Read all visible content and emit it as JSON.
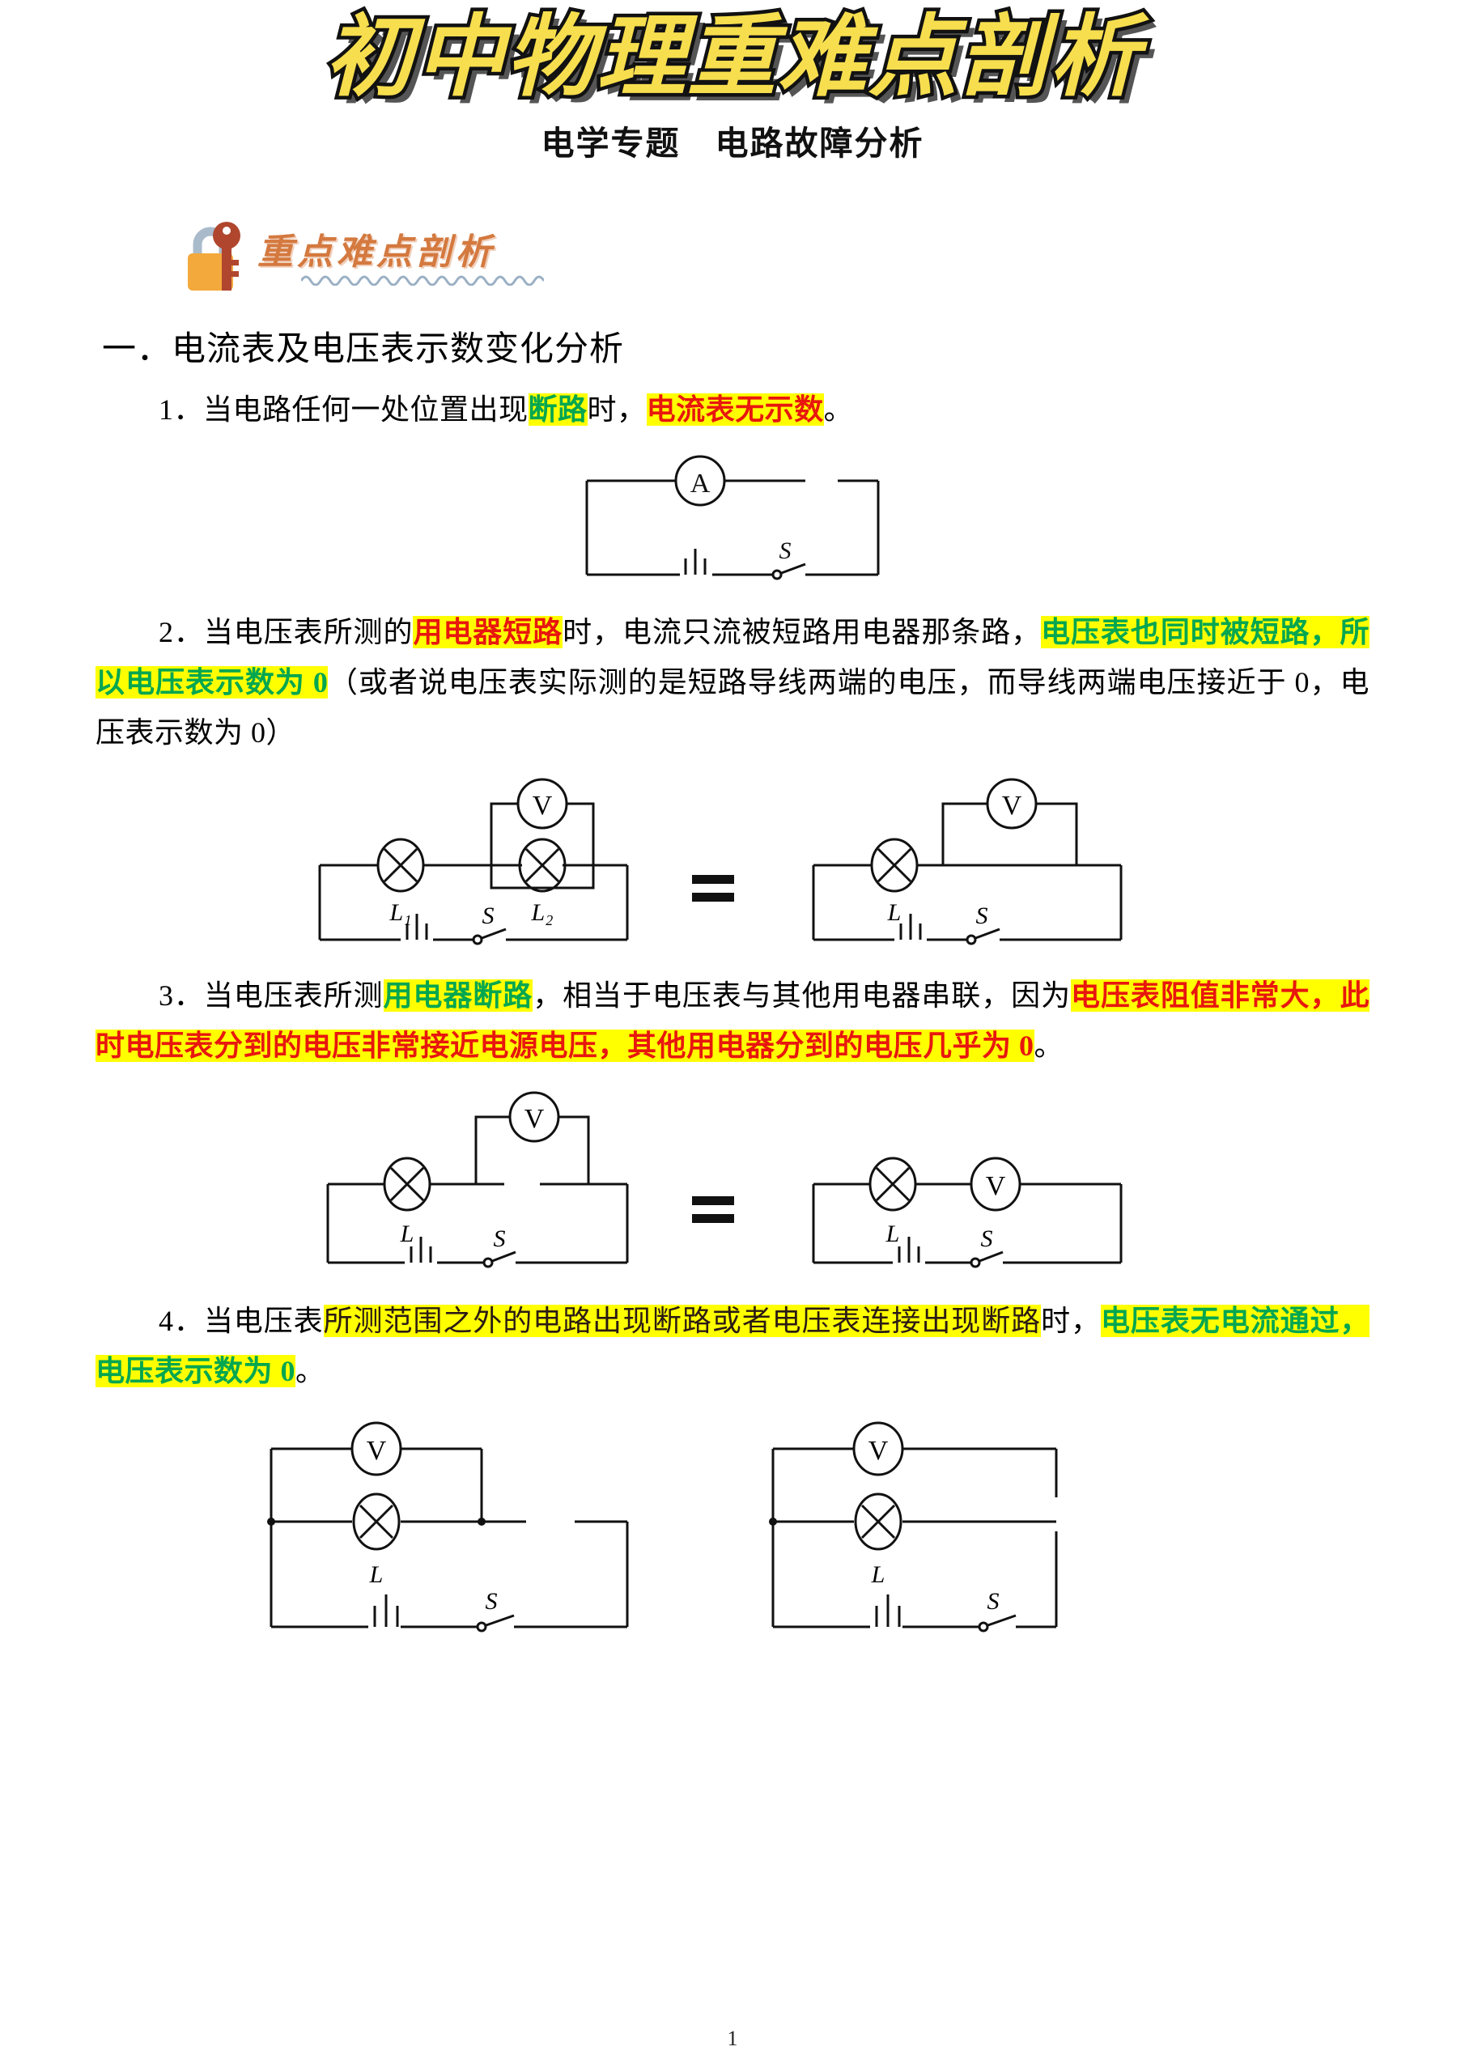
{
  "header": {
    "title": "初中物理重难点剖析",
    "subtitle": "电学专题　电路故障分析",
    "title_color": "#F7DE4E",
    "title_outline_color": "#111111"
  },
  "banner": {
    "label": "重点难点剖析",
    "icon": "padlock-key-icon",
    "color": "#D4793F",
    "lock_body_color": "#F3A93B",
    "lock_shackle_color": "#A9BBCB",
    "key_color": "#B0462E"
  },
  "section": {
    "heading": "一．电流表及电压表示数变化分析"
  },
  "items": [
    {
      "number": "1．",
      "runs": [
        {
          "text": "当电路任何一处位置出现",
          "style": "plain"
        },
        {
          "text": "断路",
          "style": "hl-green"
        },
        {
          "text": "时，",
          "style": "plain"
        },
        {
          "text": "电流表无示数",
          "style": "hl-red"
        },
        {
          "text": "。",
          "style": "plain"
        }
      ]
    },
    {
      "number": "2．",
      "runs": [
        {
          "text": "当电压表所测的",
          "style": "plain"
        },
        {
          "text": "用电器短路",
          "style": "hl-red"
        },
        {
          "text": "时，电流只流被短路用电器那条路，",
          "style": "plain"
        },
        {
          "text": "电压表也同时被短路，所以电压表示数为 0",
          "style": "hl-green"
        },
        {
          "text": "（或者说电压表实际测的是短路导线两端的电压，而导线两端电压接近于 0，电压表示数为 0）",
          "style": "plain"
        }
      ]
    },
    {
      "number": "3．",
      "runs": [
        {
          "text": "当电压表所测",
          "style": "plain"
        },
        {
          "text": "用电器断路",
          "style": "hl-green"
        },
        {
          "text": "，相当于电压表与其他用电器串联，因为",
          "style": "plain"
        },
        {
          "text": "电压表阻值非常大，此时电压表分到的电压非常接近电源电压，其他用电器分到的电压几乎为 0",
          "style": "hl-red"
        },
        {
          "text": "。",
          "style": "plain"
        }
      ]
    },
    {
      "number": "4．",
      "runs": [
        {
          "text": "当电压表",
          "style": "plain"
        },
        {
          "text": "所测范围之外的电路出现断路或者电压表连接出现断路",
          "style": "hl-dark"
        },
        {
          "text": "时，",
          "style": "plain"
        },
        {
          "text": "电压表无电流通过，电压表示数为 0",
          "style": "hl-green"
        },
        {
          "text": "。",
          "style": "plain"
        }
      ]
    }
  ],
  "figures": [
    {
      "id": "fig-ammeter-open-circuit",
      "caption_labels": [
        "A",
        "S"
      ],
      "meter": "A",
      "switch_label": "S",
      "note": "ammeter in top branch, break in top-right wire, battery and switch at bottom"
    },
    {
      "id": "fig-voltmeter-shorted-lamp",
      "equals_sign": "=",
      "left_labels": [
        "L₁",
        "L₂",
        "V",
        "S"
      ],
      "right_labels": [
        "L",
        "V",
        "S"
      ],
      "lamp1": "L",
      "lamp1_sub": "1",
      "lamp2": "L",
      "lamp2_sub": "2",
      "lamp_single": "L",
      "meter": "V",
      "switch_label": "S"
    },
    {
      "id": "fig-voltmeter-open-lamp",
      "equals_sign": "=",
      "left_labels": [
        "L",
        "V",
        "S"
      ],
      "right_labels": [
        "L",
        "V",
        "S"
      ],
      "lamp_single": "L",
      "meter": "V",
      "switch_label": "S"
    },
    {
      "id": "fig-break-outside-voltmeter-range",
      "left_labels": [
        "V",
        "L",
        "S"
      ],
      "right_labels": [
        "V",
        "L",
        "S"
      ],
      "lamp_single": "L",
      "meter": "V",
      "switch_label": "S"
    }
  ],
  "footer": {
    "page_number": "1"
  }
}
